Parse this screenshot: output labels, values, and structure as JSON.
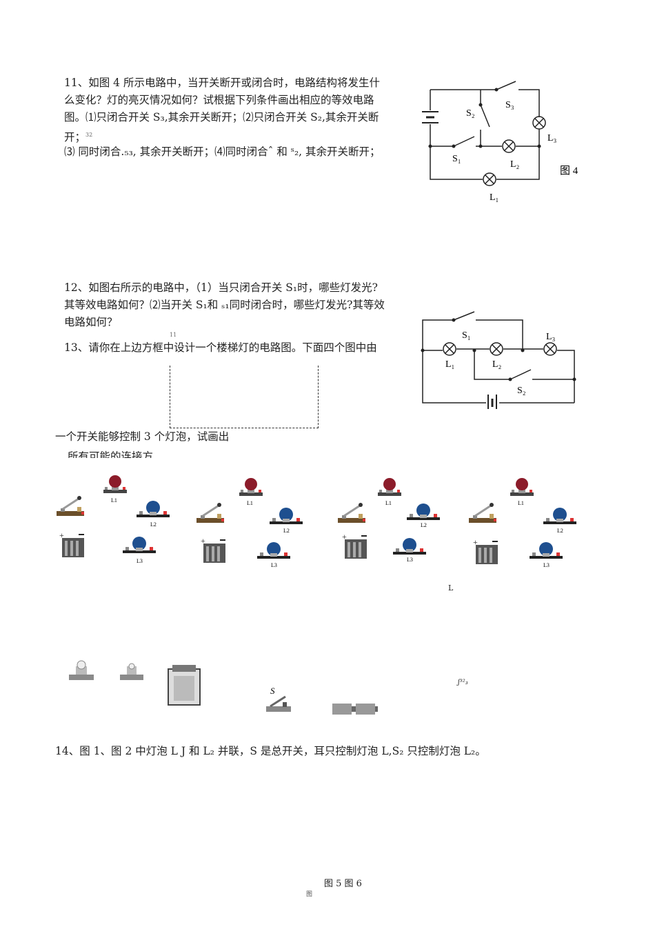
{
  "q11": {
    "line1": "11、如图 4 所示电路中，当开关断开或闭合时，电路结构将发生什",
    "line2": "么变化？灯的亮灭情况如何？试根据下列条件画出相应的等效电路",
    "line3": "图。⑴只闭合开关 S₃,其余开关断开；⑵只闭合开关 S₂,其余开关断",
    "line4a": "开；",
    "line4b": "32",
    "line5": "⑶ 同时闭合.₅₃, 其余开关断开；⑷同时闭合ˆ 和 ˢ₂, 其余开关断开；"
  },
  "fig4": {
    "caption": "图 4",
    "s3": "S₃",
    "s2": "S₂",
    "s1": "S₁",
    "l3": "L₃",
    "l2": "L₂",
    "l1": "L₁"
  },
  "q12": {
    "line1": "12、如图右所示的电路中，（1）当只闭合开关 S₁时，哪些灯发光?",
    "line2": "其等效电路如何？⑵当开关 S₁和 ₛ₁同时闭合时，哪些灯发光?其等效",
    "line3": "电路如何？",
    "marker": "11"
  },
  "fig12": {
    "s1": "S₁",
    "s2": "S₂",
    "l1": "L₁",
    "l2": "L₂",
    "l3": "L₃"
  },
  "q13": {
    "line1": "13、请你在上边方框中设计一个楼梯灯的电路图。下面四个图中由",
    "line2": "一个开关能够控制 3 个灯泡，试画出",
    "line3": "所有可能的连接方"
  },
  "components": {
    "l1": "L1",
    "l2": "L2",
    "l3": "L3",
    "stray_l": "L",
    "switch_s": "S",
    "stray_mark": "ʃ³²₃"
  },
  "q14": {
    "line1": "14、图 1、图 2 中灯泡 L J 和 L₂ 并联，S 是总开关，耳只控制灯泡 L,S₂ 只控制灯泡 L₂。"
  },
  "footer": {
    "caption": "图 5 图 6",
    "sub": "图"
  }
}
